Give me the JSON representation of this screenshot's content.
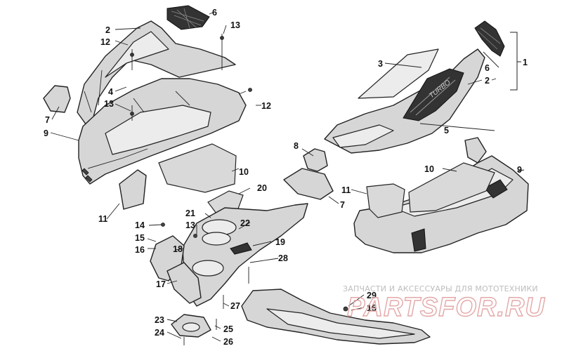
{
  "diagram": {
    "callouts": {
      "c1": "1",
      "c2a": "2",
      "c2b": "2",
      "c3": "3",
      "c4": "4",
      "c5": "5",
      "c6a": "6",
      "c6b": "6",
      "c7a": "7",
      "c7b": "7",
      "c8": "8",
      "c9a": "9",
      "c9b": "9",
      "c10a": "10",
      "c10b": "10",
      "c11a": "11",
      "c11b": "11",
      "c12a": "12",
      "c12b": "12",
      "c13a": "13",
      "c13b": "13",
      "c13c": "13",
      "c14": "14",
      "c15a": "15",
      "c15b": "15",
      "c16": "16",
      "c17": "17",
      "c18": "18",
      "c19": "19",
      "c20": "20",
      "c21": "21",
      "c22": "22",
      "c23": "23",
      "c24": "24",
      "c25": "25",
      "c26": "26",
      "c27": "27",
      "c28": "28",
      "c29": "29"
    },
    "decal_text": "TURBO"
  },
  "watermark": {
    "caption": "ЗАПЧАСТИ И АКСЕССУАРЫ ДЛЯ МОТОТЕХНИКИ",
    "site": "PARTSFOR.RU"
  }
}
